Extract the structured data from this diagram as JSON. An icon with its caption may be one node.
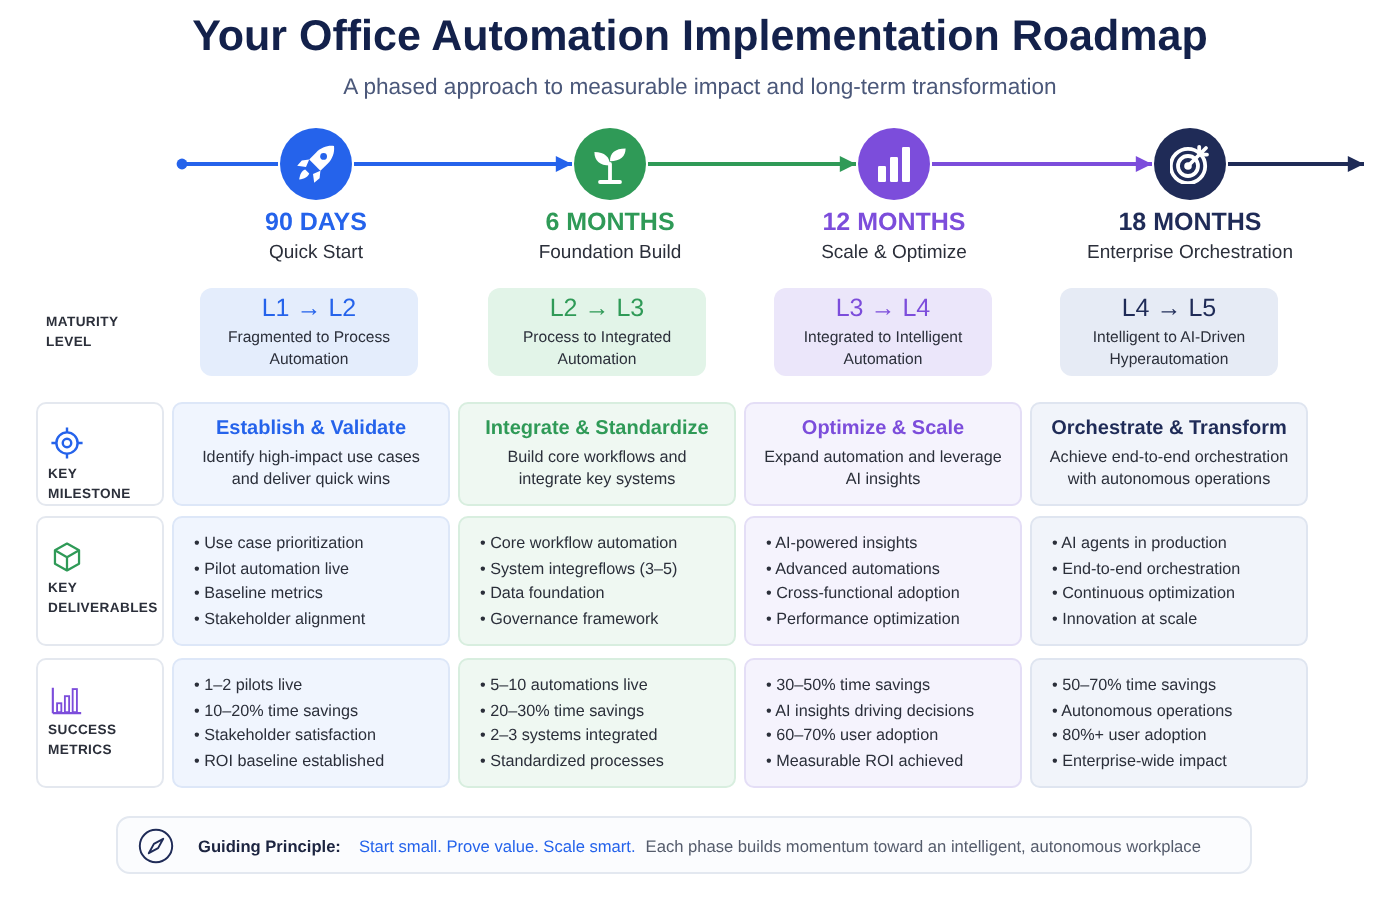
{
  "diagram": {
    "title": "Your Office Automation Implementation Roadmap",
    "nodes": [
      {
        "text": [],
        "shape": "circle",
        "beside": [
          "90 DAYS",
          "Quick Start"
        ]
      },
      {
        "text": [],
        "shape": "circle",
        "beside": [
          "6 MONTHS",
          "Foundation Build"
        ]
      },
      {
        "text": [],
        "shape": "circle",
        "beside": [
          "12 MONTHS",
          "Scale & Optimize"
        ]
      },
      {
        "text": [],
        "shape": "circle",
        "beside": [
          "18 MONTHS",
          "Enterprise Orchestration"
        ]
      },
      {
        "text": [
          "L1 → L2",
          "Fragmented to Process Automation"
        ]
      },
      {
        "text": [
          "L2 → L3",
          "Process to Integrated Automation"
        ]
      },
      {
        "text": [
          "L3 → L4",
          "Integrated to Intelligent Automation"
        ]
      },
      {
        "text": [
          "L4 → L5",
          "Intelligent to AI-Driven Hyperautomation"
        ]
      },
      {
        "text": [
          "KEY MILESTONE"
        ]
      },
      {
        "text": [
          "Establish & Validate",
          "Identify high-impact use cases and deliver quick wins"
        ]
      },
      {
        "text": [
          "Integrate & Standardize",
          "Build core workflows and integrate key systems"
        ]
      },
      {
        "text": [
          "Optimize & Scale",
          "Expand automation and leverage AI insights"
        ]
      },
      {
        "text": [
          "Orchestrate & Transform",
          "Achieve end-to-end orchestration with autonomous operations"
        ]
      },
      {
        "text": [
          "KEY DELIVERABLES"
        ]
      },
      {
        "text": [
          "• Use case prioritization",
          "• Pilot automation live",
          "• Baseline metrics",
          "• Stakeholder alignment"
        ]
      },
      {
        "text": [
          "• Core workflow automation",
          "• System integreflows (3–5)",
          "• Data foundation",
          "• Governance framework"
        ]
      },
      {
        "text": [
          "• AI-powered insights",
          "• Advanced automations",
          "• Cross-functional adoption",
          "• Performance optimization"
        ]
      },
      {
        "text": [
          "• AI agents in production",
          "• End-to-end orchestration",
          "• Continuous optimization",
          "• Innovation at scale"
        ]
      },
      {
        "text": [
          "SUCCESS METRICS"
        ]
      },
      {
        "text": [
          "• 1–2 pilots live",
          "• 10–20% time savings",
          "• Stakeholder satisfaction",
          "• ROI baseline established"
        ]
      },
      {
        "text": [
          "• 5–10 automations live",
          "• 20–30% time savings",
          "• 2–3 systems integrated",
          "• Standardized processes"
        ]
      },
      {
        "text": [
          "• 30–50% time savings",
          "• AI insights driving decisions",
          "• 60–70% user adoption",
          "• Measurable ROI achieved"
        ]
      },
      {
        "text": [
          "• 50–70% time savings",
          "• Autonomous operations",
          "• 80%+ user adoption",
          "• Enterprise-wide impact"
        ]
      },
      {
        "text": [
          "Guiding Principle:",
          "Start small. Prove value. Scale smart.",
          "Each phase builds momentum toward an intelligent, autonomous workplace"
        ]
      }
    ],
    "edges": [
      {
        "from": null,
        "to": 0,
        "arrow": "other",
        "color": "#2563eb"
      },
      {
        "from": 0,
        "to": 1,
        "arrow": "to",
        "color": "#2563eb"
      },
      {
        "from": 1,
        "to": 2,
        "arrow": "to",
        "color": "#2f9a57"
      },
      {
        "from": 2,
        "to": 3,
        "arrow": "to",
        "color": "#7c4ddb"
      },
      {
        "from": 3,
        "to": null,
        "arrow": "to",
        "color": "#1f2b57"
      }
    ],
    "labels": [
      "A phased approach to measurable impact and long-term transformation",
      "MATURITY LEVEL"
    ]
  }
}
